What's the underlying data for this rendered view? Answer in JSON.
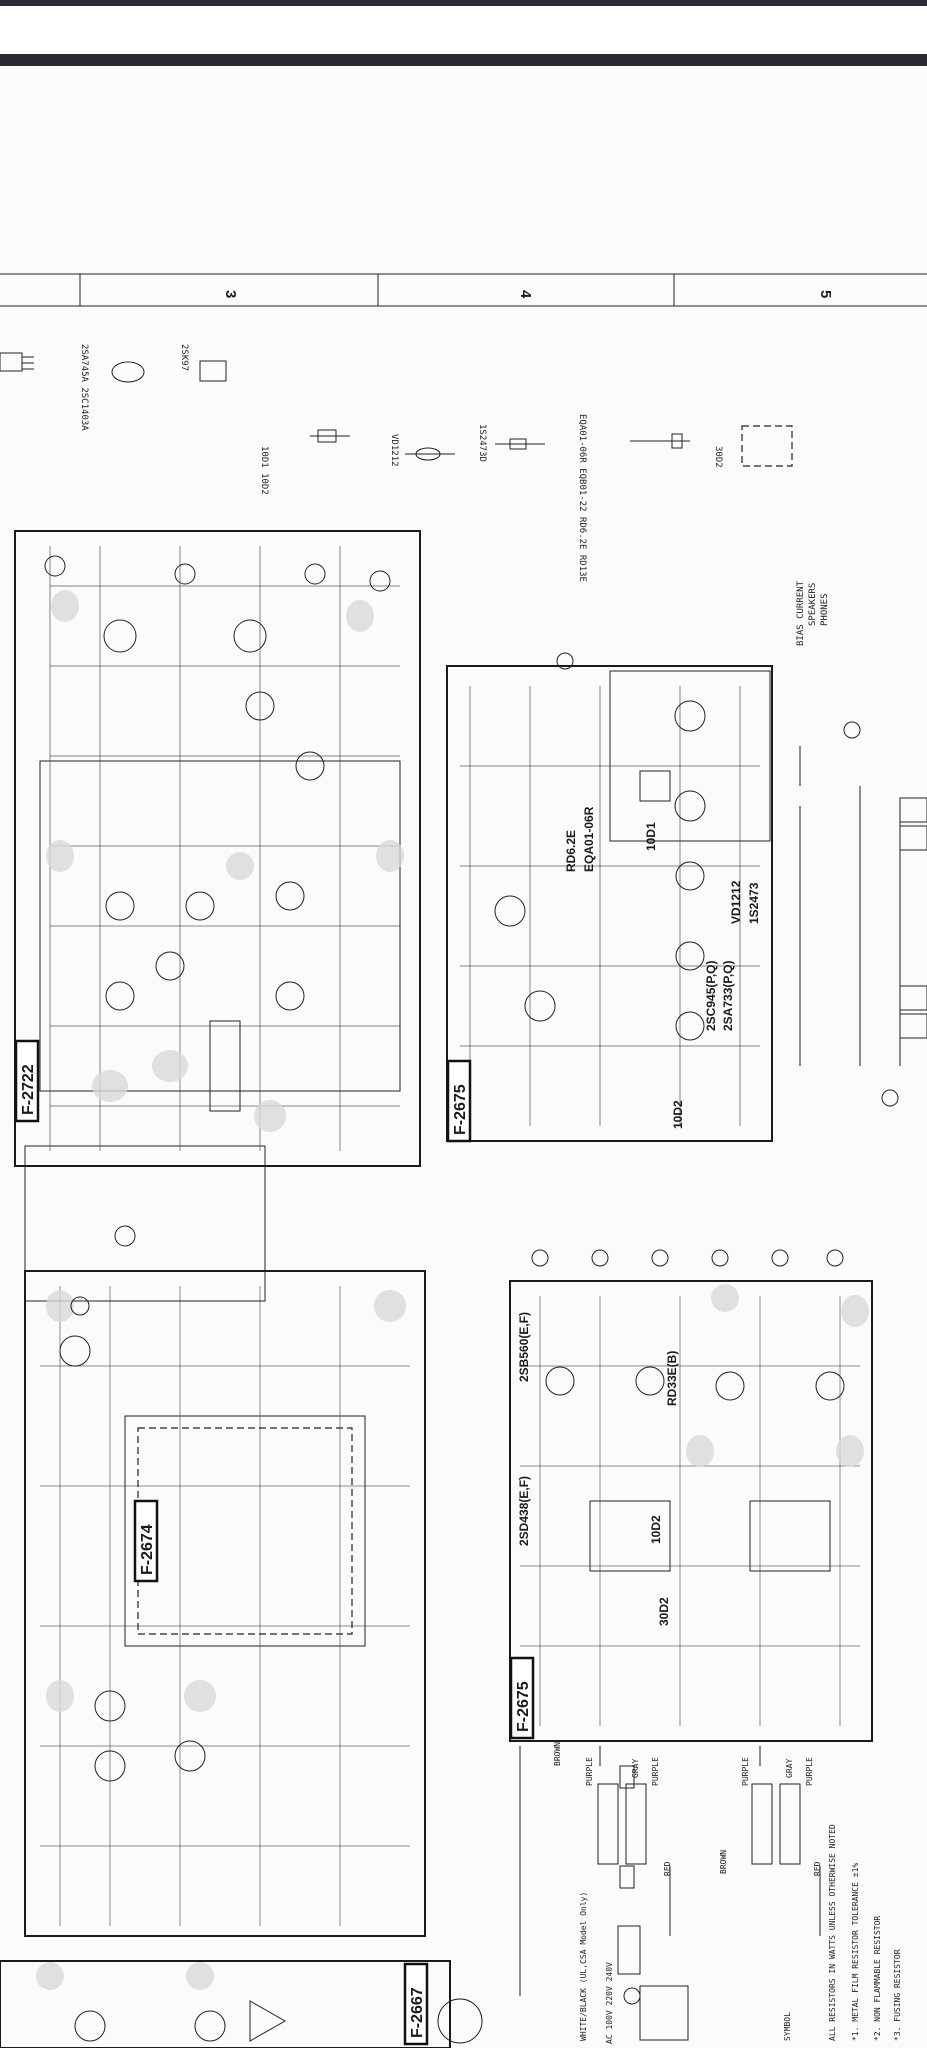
{
  "grid_numbers": [
    "3",
    "4",
    "5"
  ],
  "parts_legend": [
    "2SA745A 2SC1403A",
    "2SK97",
    "10D1 10D2",
    "VD1212",
    "1S2473D",
    "EQA01-06R EQB01-22 RD6.2E RD13E",
    "30D2"
  ],
  "boards": {
    "f2722": "F-2722",
    "f2675_top": "F-2675",
    "f2674": "F-2674",
    "f2675_bottom": "F-2675",
    "f2667": "F-2667"
  },
  "part_labels": {
    "rd62e": "RD6.2E",
    "eqa01": "EQA01-06R",
    "diode_10d1": "10D1",
    "vd1212": "VD1212",
    "s2473": "1S2473",
    "tr_2sc945": "2SC945(P,Q)",
    "tr_2sa733": "2SA733(P,Q)",
    "diode_10d2": "10D2",
    "tr_2sb560": "2SB560(E,F)",
    "tr_2sd438": "2SD438(E,F)",
    "rd33e": "RD33E(B)",
    "diode_10d2_b": "10D2",
    "diode_30d2": "30D2"
  },
  "wire_labels": [
    "BROWN",
    "PURPLE",
    "GRAY",
    "PURPLE",
    "RED",
    "BROWN",
    "PURPLE",
    "GRAY",
    "PURPLE",
    "RED",
    "WHITE/BLACK (UL,CSA Model Only)",
    "AC 100V 220V 240V"
  ],
  "notes": [
    "SYMBOL",
    "ALL RESISTORS IN WATTS UNLESS OTHERWISE NOTED",
    "*1. METAL FILM RESISTOR TOLERANCE ±1%",
    "*2. NON FLAMMABLE RESISTOR",
    "*3. FUSING RESISTOR"
  ],
  "jack_notes": [
    "BIAS CURRENT",
    "SPEAKERS",
    "PHONES"
  ],
  "colors": {
    "ink": "#1a1a1a",
    "paper": "#fbfbf9",
    "bar": "#2a2a30",
    "shade": "#d9d9d9"
  }
}
